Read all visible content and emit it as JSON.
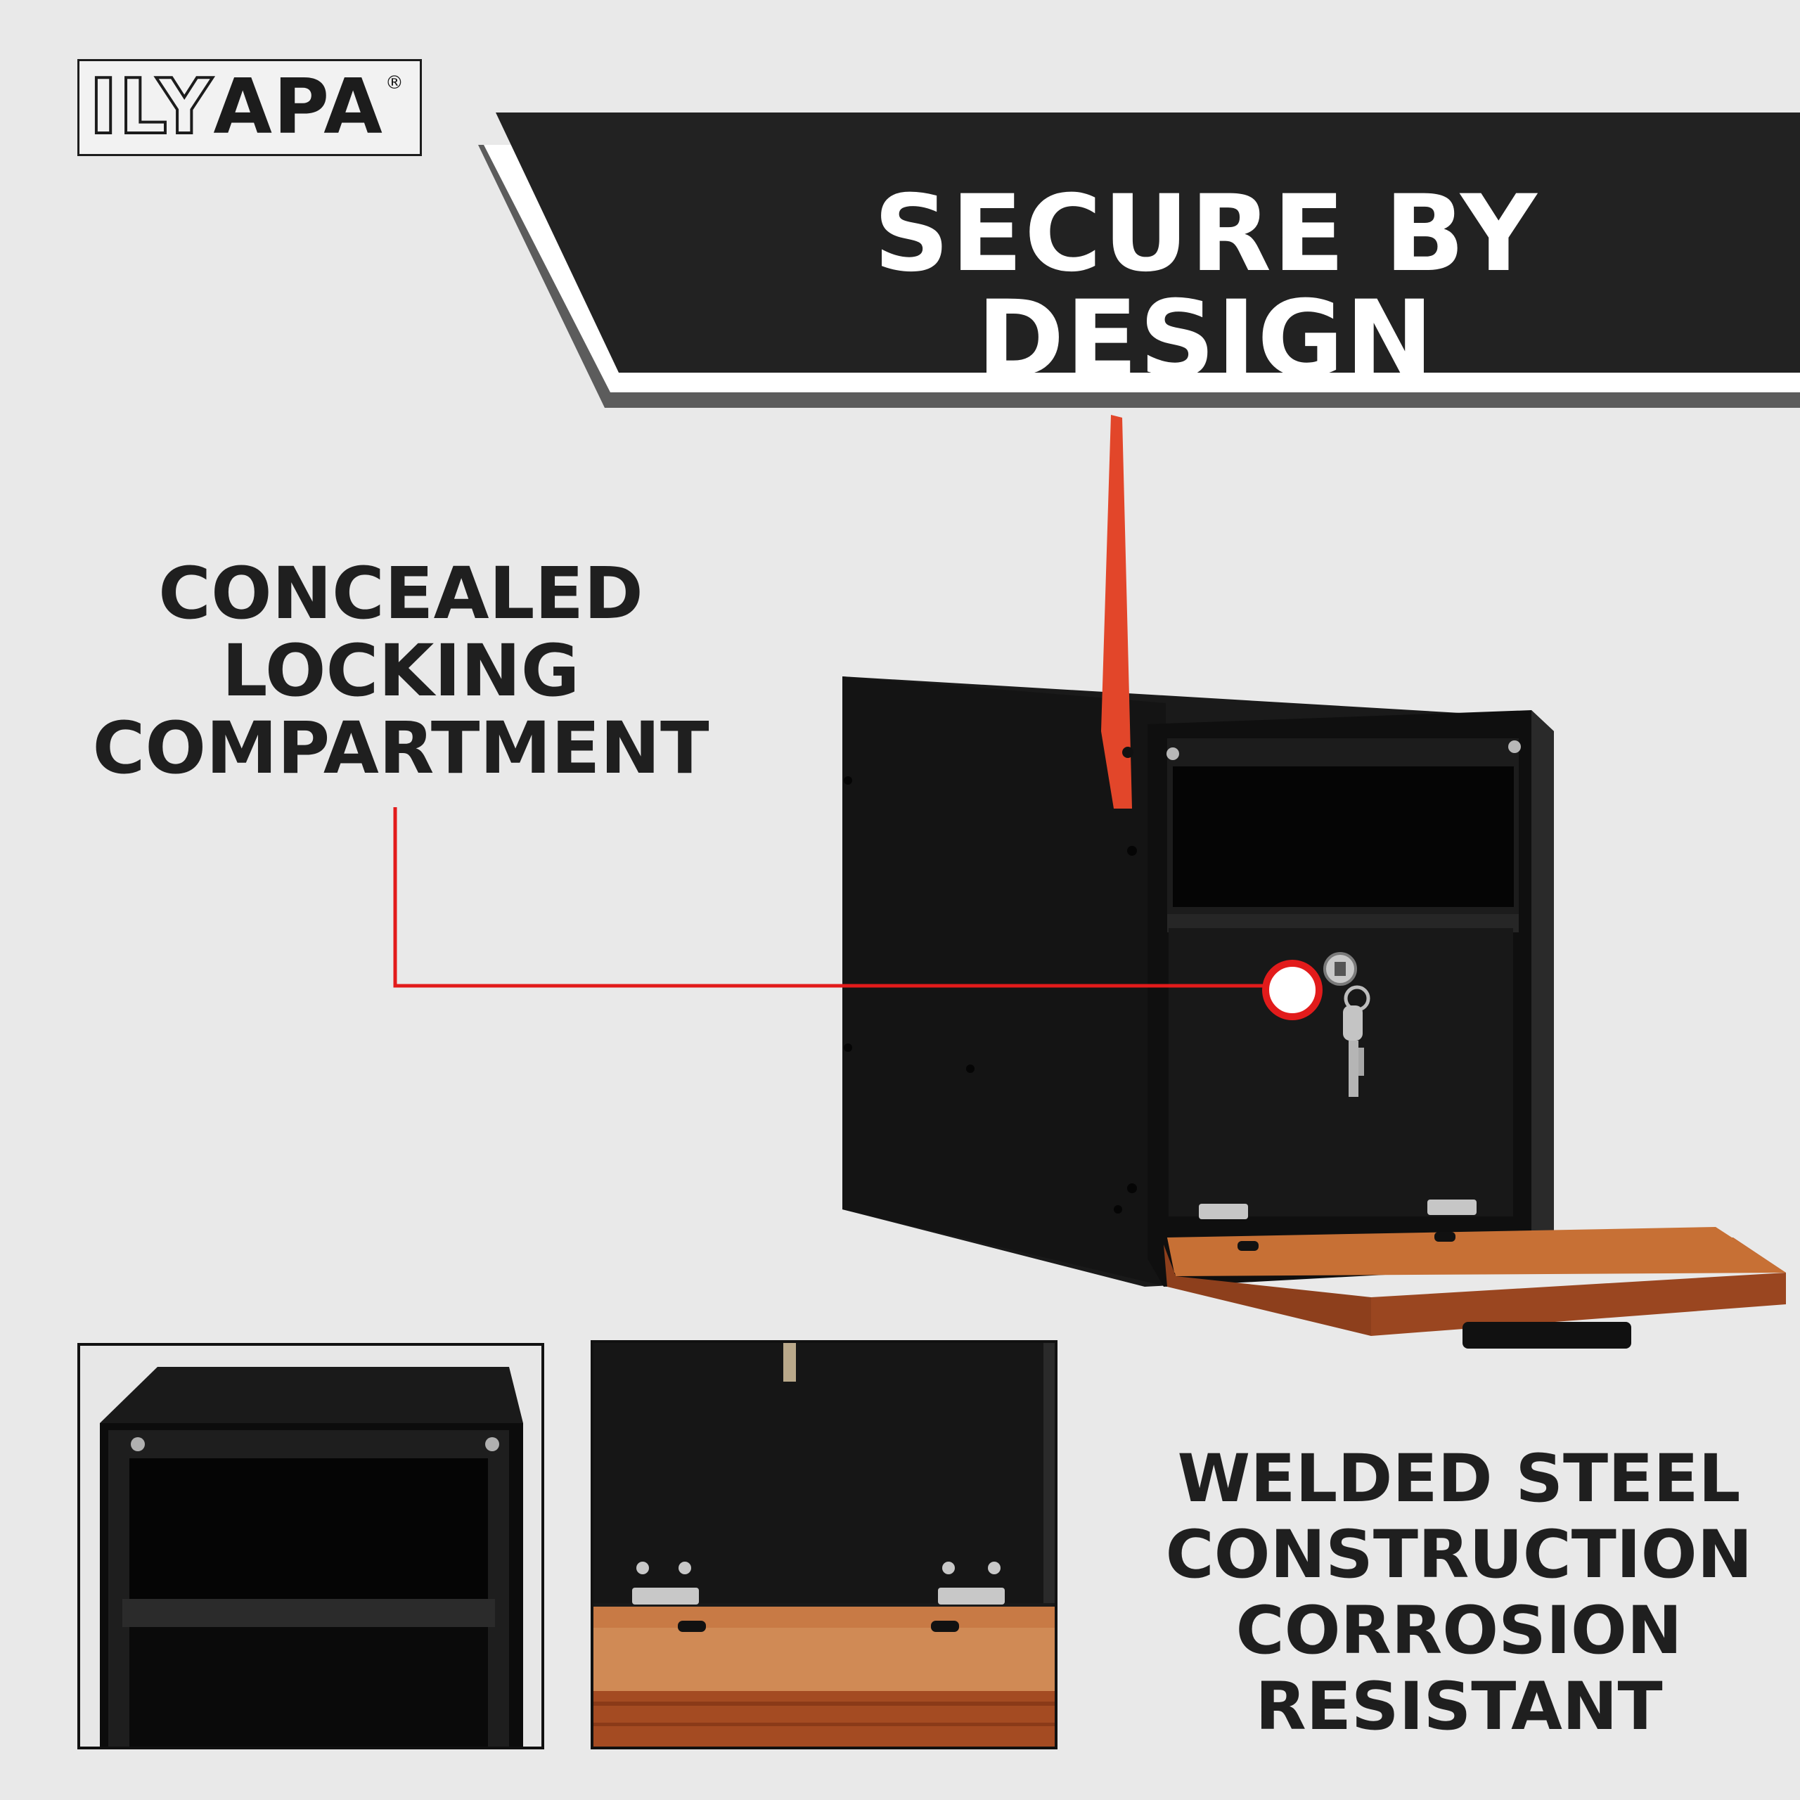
{
  "brand": {
    "logo_light": "ILY",
    "logo_dark": "APA",
    "registered_mark": "®"
  },
  "banner": {
    "title": "SECURE BY DESIGN"
  },
  "features": {
    "concealed": [
      "CONCEALED",
      "LOCKING",
      "COMPARTMENT"
    ],
    "welded": [
      "WELDED STEEL",
      "CONSTRUCTION",
      "CORROSION",
      "RESISTANT"
    ]
  },
  "colors": {
    "background": "#e9e9e9",
    "banner": "#222222",
    "accent_red": "#e21b1b",
    "flag": "#e2462a",
    "mailbox": "#151515",
    "tray_wood": "#b35a2c"
  }
}
